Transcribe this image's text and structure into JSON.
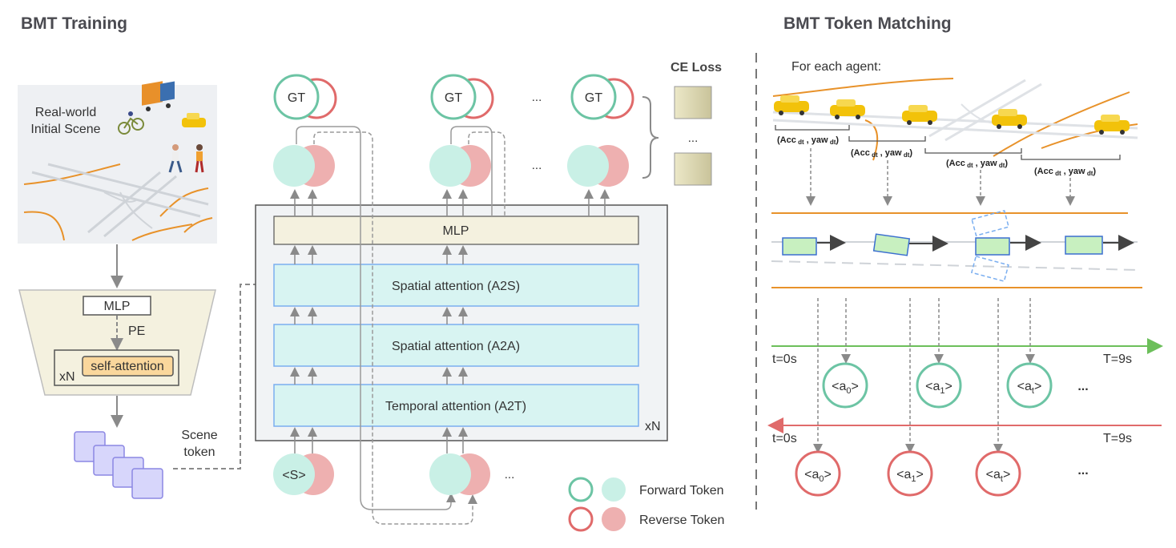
{
  "left": {
    "title": "BMT Training",
    "scene_caption_line1": "Real-world",
    "scene_caption_line2": "Initial Scene",
    "encoder": {
      "mlp": "MLP",
      "pe": "PE",
      "xn": "xN",
      "self_attention": "self-attention"
    },
    "scene_token_line1": "Scene",
    "scene_token_line2": "token"
  },
  "center": {
    "gt_label": "GT",
    "ellipsis": "...",
    "ce_loss": "CE Loss",
    "ce_ellipsis": "...",
    "mlp": "MLP",
    "spatial_a2s": "Spatial attention (A2S)",
    "spatial_a2a": "Spatial attention (A2A)",
    "temporal_a2t": "Temporal attention (A2T)",
    "xn": "xN",
    "start_token": "<S>",
    "legend": {
      "forward": "Forward Token",
      "reverse": "Reverse Token"
    },
    "colors": {
      "forward": "#6cc4a4",
      "forward_fill": "#c9f0e6",
      "reverse": "#e07070",
      "reverse_fill": "#eeb0b0",
      "attention_border": "#7aaef0",
      "attention_fill": "#d8f4f2",
      "mlp_fill": "#f4f0de"
    }
  },
  "right": {
    "title": "BMT Token Matching",
    "for_each": "For each agent:",
    "acc_labels": [
      "(Acc",
      "(Acc",
      "(Acc",
      "(Acc"
    ],
    "yaw": ", yaw",
    "dt": "dt",
    "t0": "t=0s",
    "t9": "T=9s",
    "forward_tokens": [
      {
        "base": "<a",
        "sub": "0",
        "end": ">"
      },
      {
        "base": "<a",
        "sub": "1",
        "end": ">"
      },
      {
        "base": "<a",
        "sub": "t",
        "end": ">"
      }
    ],
    "reverse_tokens": [
      {
        "base": "<a",
        "sub": "0",
        "end": ">"
      },
      {
        "base": "<a",
        "sub": "1",
        "end": ">"
      },
      {
        "base": "<a",
        "sub": "t",
        "end": ">"
      }
    ],
    "ellipsis": "..."
  }
}
